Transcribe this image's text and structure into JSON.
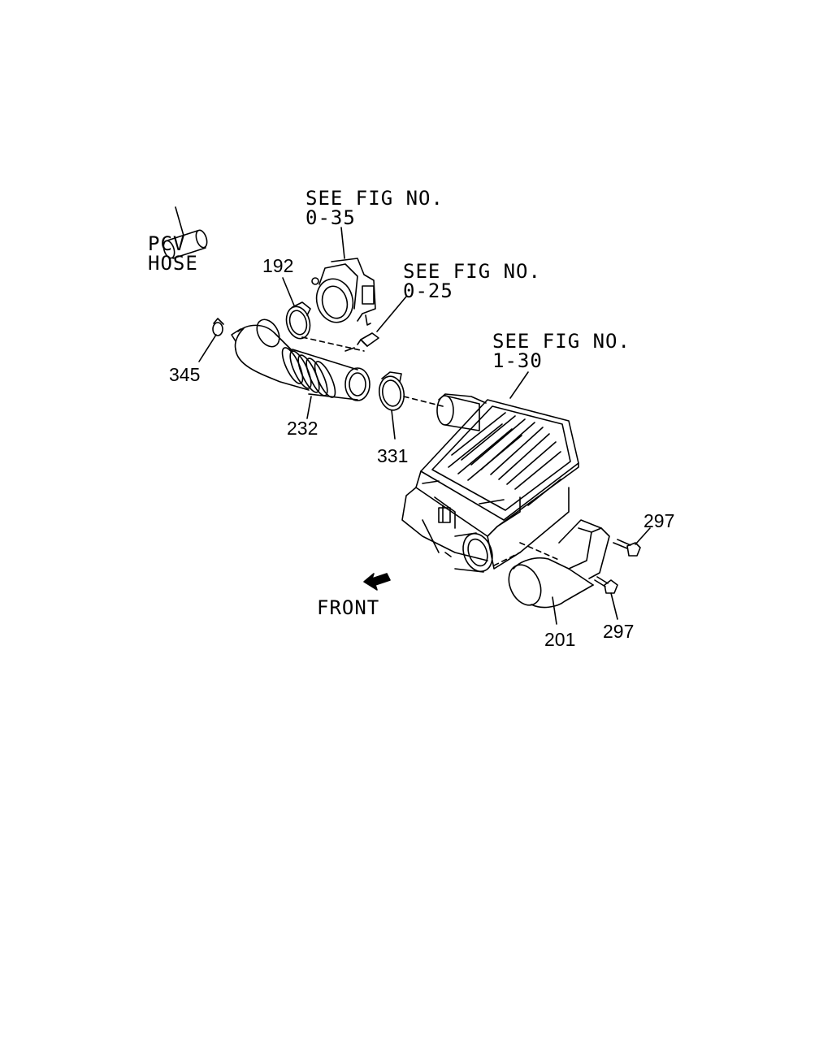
{
  "references": {
    "throttle_body": {
      "line1": "SEE FIG NO.",
      "line2": "0-35"
    },
    "sensor": {
      "line1": "SEE FIG NO.",
      "line2": "0-25"
    },
    "air_cleaner": {
      "line1": "SEE FIG NO.",
      "line2": "1-30"
    }
  },
  "pcv_hose": {
    "line1": "PCV",
    "line2": "HOSE"
  },
  "parts": {
    "p345": "345",
    "p192": "192",
    "p232": "232",
    "p331": "331",
    "p297_upper": "297",
    "p297_lower": "297",
    "p201": "201"
  },
  "front_label": "FRONT",
  "icons": {
    "front_arrow": "front-arrow-icon"
  },
  "colors": {
    "line": "#000000",
    "background": "#ffffff"
  }
}
